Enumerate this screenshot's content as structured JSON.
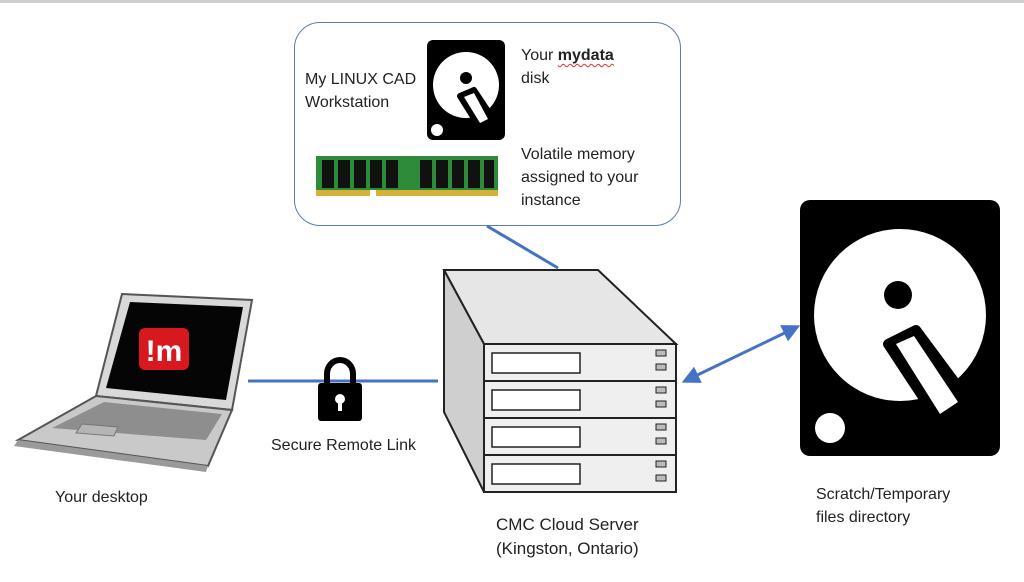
{
  "workstation": {
    "title_line1": "My LINUX CAD",
    "title_line2": "Workstation",
    "disk_label_prefix": "Your ",
    "disk_label_bold": "mydata",
    "disk_label_line2": "disk",
    "memory_line1": "Volatile memory",
    "memory_line2": "assigned to your",
    "memory_line3": "instance"
  },
  "desktop": {
    "label": "Your desktop",
    "logo_text": "!m"
  },
  "link": {
    "label": "Secure Remote Link"
  },
  "server": {
    "line1": "CMC Cloud Server",
    "line2": "(Kingston, Ontario)"
  },
  "scratch": {
    "line1": "Scratch/Temporary",
    "line2": "files directory"
  },
  "colors": {
    "connector": "#4472c4",
    "box_border": "#5a7dab",
    "ram_green": "#2e8b3a",
    "logo_red": "#d7191f"
  }
}
